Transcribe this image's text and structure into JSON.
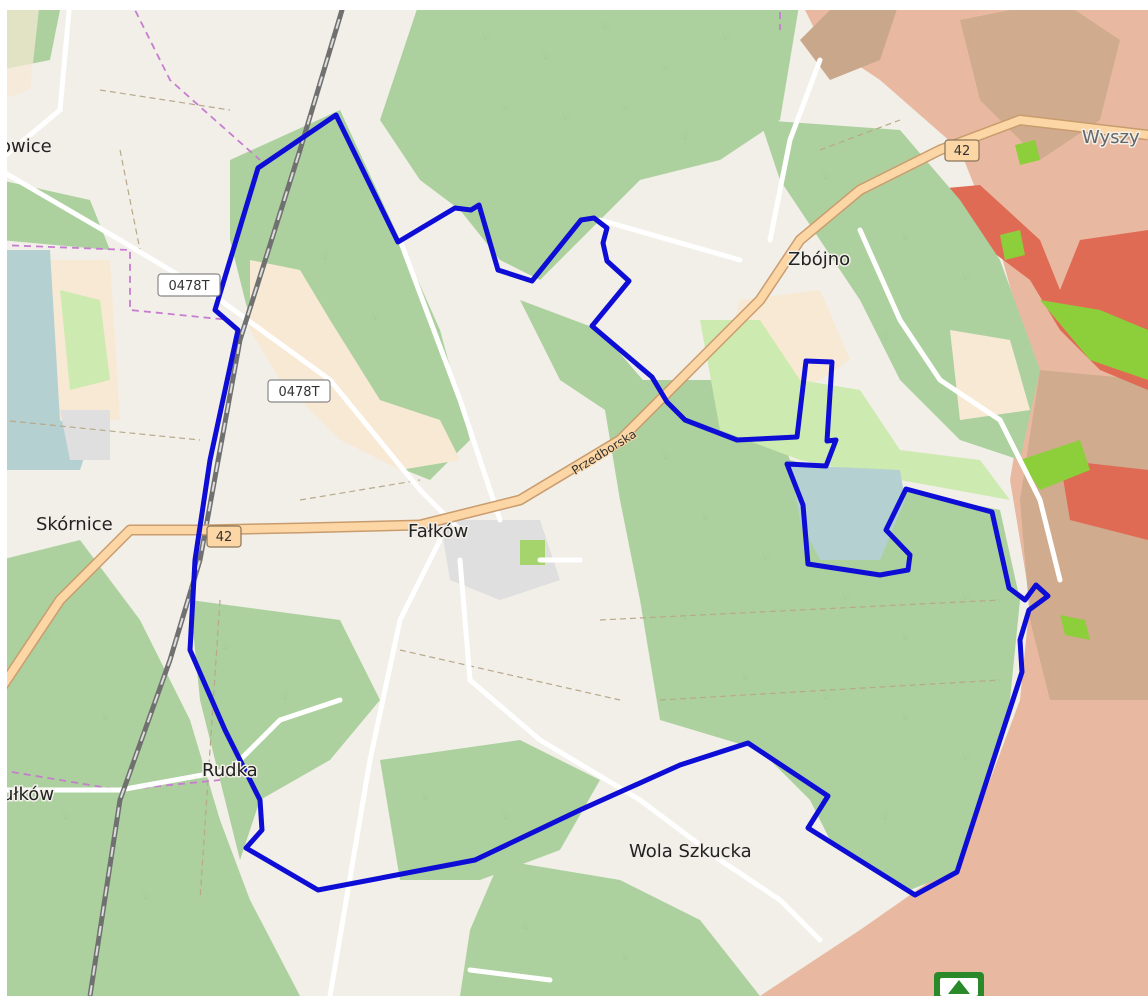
{
  "map": {
    "places": {
      "lowice": "owice",
      "skornice": "Skórnice",
      "falkow": "Fałków",
      "zbojno": "Zbójno",
      "rudka": "Rudka",
      "sulkow": "ułków",
      "wola_szkucka": "Wola Szkucka",
      "wyszy": "Wyszy"
    },
    "roads": {
      "r42_west": "42",
      "r42_east": "42",
      "r0478t_a": "0478T",
      "r0478t_b": "0478T",
      "przedborska": "Przedborska"
    },
    "colors": {
      "land": "#f2efe9",
      "forest": "#add19e",
      "farmland": "#f8e9d4",
      "meadow": "#cdebb0",
      "water_basin": "#b5d0d0",
      "residential": "#e0dfdf",
      "reserve_brown": "#c9b598",
      "reserve_red": "#e06b55",
      "main_road": "#fcd6a4",
      "boundary": "#0d0dd6",
      "railway": "#707070"
    }
  }
}
